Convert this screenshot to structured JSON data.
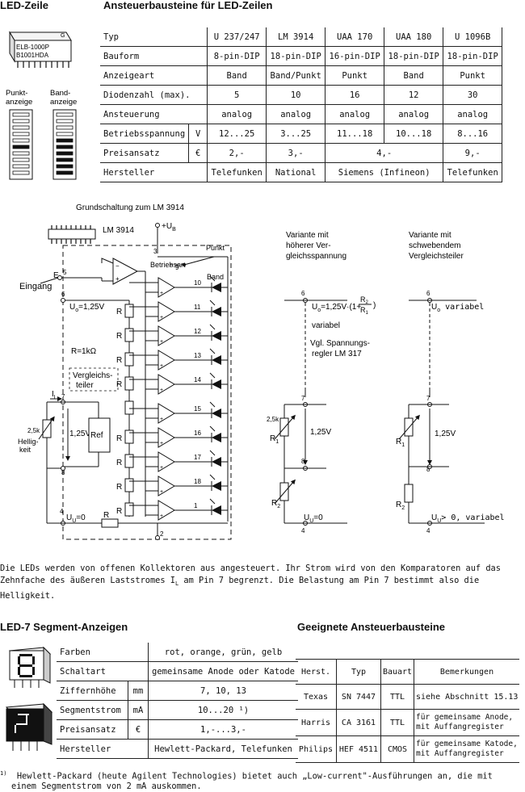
{
  "led_zeile": {
    "title": "LED-Zeile",
    "chip_text": [
      "ELB-1000P",
      "B1001HDA"
    ],
    "chip_mark": "G",
    "punkt_label": [
      "Punkt-",
      "anzeige"
    ],
    "band_label": [
      "Band-",
      "anzeige"
    ]
  },
  "ansteuer": {
    "title": "Ansteuerbausteine für LED-Zeilen",
    "rows": [
      {
        "label": "Typ",
        "unit": "",
        "cells": [
          "U 237/247",
          "LM 3914",
          "UAA 170",
          "UAA 180",
          "U 1096B"
        ]
      },
      {
        "label": "Bauform",
        "unit": "",
        "cells": [
          "8-pin-DIP",
          "18-pin-DIP",
          "16-pin-DIP",
          "18-pin-DIP",
          "18-pin-DIP"
        ]
      },
      {
        "label": "Anzeigeart",
        "unit": "",
        "cells": [
          "Band",
          "Band/Punkt",
          "Punkt",
          "Band",
          "Punkt"
        ]
      },
      {
        "label": "Diodenzahl (max).",
        "unit": "",
        "cells": [
          "5",
          "10",
          "16",
          "12",
          "30"
        ]
      },
      {
        "label": "Ansteuerung",
        "unit": "",
        "cells": [
          "analog",
          "analog",
          "analog",
          "analog",
          "analog"
        ]
      },
      {
        "label": "Betriebsspannung",
        "unit": "V",
        "cells": [
          "12...25",
          "3...25",
          "11...18",
          "10...18",
          "8...16"
        ]
      },
      {
        "label": "Preisansatz",
        "unit": "€",
        "cells": [
          "2,-",
          "3,-",
          "4,-",
          "9,-"
        ]
      },
      {
        "label": "Hersteller",
        "unit": "",
        "cells": [
          "Telefunken",
          "National",
          "Siemens (Infineon)",
          "Telefunken"
        ]
      }
    ]
  },
  "schaltung": {
    "title": "Grundschaltung zum LM 3914",
    "chip": "LM 3914",
    "ub": "+U",
    "ub_sub": "B",
    "pin3": "3",
    "punkt": "Punkt",
    "pin9": "9",
    "betriebsart": "Betriebsart",
    "band": "Band",
    "eingang": "Eingang",
    "e_label": "E",
    "pin5": "5",
    "pin6": "6",
    "uo": "U",
    "uo_sub": "o",
    "uo_val": "=1,25V",
    "r_label": "R",
    "r_value": "R=1kΩ",
    "vergleich": [
      "Vergleichs-",
      "teiler"
    ],
    "il": "I",
    "il_sub": "L",
    "pin7": "7",
    "poti": "2,5k",
    "helligkeit": [
      "Hellig-",
      "keit"
    ],
    "ref_voltage": "1,25V",
    "ref": "Ref",
    "pin8": "8",
    "pin4": "4",
    "uu": "U",
    "uu_sub": "U",
    "uu_val": "=0",
    "pin2": "2",
    "outputs": [
      "10",
      "11",
      "12",
      "13",
      "14",
      "15",
      "16",
      "17",
      "18",
      "1"
    ]
  },
  "variante1": {
    "title": [
      "Variante mit",
      "höherer Ver-",
      "gleichsspannung"
    ],
    "pin6": "6",
    "uo_formula": "U",
    "uo_sub": "o",
    "uo_expr": "=1,25V·(1+",
    "r2": "R",
    "r2_sub": "2",
    "r1": "R",
    "r1_sub": "1",
    "close": ")",
    "variabel": "variabel",
    "note": [
      "Vgl. Spannungs-",
      "regler LM 317"
    ],
    "pin7": "7",
    "poti": "2,5k",
    "r1_label": "R",
    "r1_label_sub": "1",
    "volt": "1,25V",
    "pin8": "8",
    "r2_label": "R",
    "r2_label_sub": "2",
    "uu": "U",
    "uu_sub": "U",
    "uu_val": "=0",
    "pin4": "4"
  },
  "variante2": {
    "title": [
      "Variante mit",
      "schwebendem",
      "Vergleichsteiler"
    ],
    "pin6": "6",
    "uo": "U",
    "uo_sub": "o",
    "uo_val": " variabel",
    "pin7": "7",
    "r1": "R",
    "r1_sub": "1",
    "volt": "1,25V",
    "pin8": "8",
    "r2": "R",
    "r2_sub": "2",
    "uu": "U",
    "uu_sub": "U",
    "uu_val": "> 0, variabel",
    "pin4": "4"
  },
  "paragraph": {
    "l1": "Die LEDs werden von offenen Kollektoren aus angesteuert. Ihr Strom wird von den Komparatoren auf das",
    "l2a": "Zehnfache des äußeren Laststromes I",
    "l2sub": "L",
    "l2b": " am Pin 7 begrenzt. Die Belastung am Pin 7 bestimmt also die",
    "l3": "Helligkeit."
  },
  "led7": {
    "title": "LED-7 Segment-Anzeigen",
    "rows": [
      {
        "label": "Farben",
        "unit": "",
        "value": "rot, orange, grün, gelb"
      },
      {
        "label": "Schaltart",
        "unit": "",
        "value": "gemeinsame Anode oder Katode"
      },
      {
        "label": "Ziffernhöhe",
        "unit": "mm",
        "value": "7, 10, 13"
      },
      {
        "label": "Segmentstrom",
        "unit": "mA",
        "value": "10...20 ¹)"
      },
      {
        "label": "Preisansatz",
        "unit": "€",
        "value": "1,-...3,-"
      },
      {
        "label": "Hersteller",
        "unit": "",
        "value": "Hewlett-Packard, Telefunken"
      }
    ]
  },
  "geeignete": {
    "title": "Geeignete Ansteuerbausteine",
    "headers": [
      "Herst.",
      "Typ",
      "Bauart",
      "Bemerkungen"
    ],
    "rows": [
      {
        "herst": "Texas",
        "typ": "SN 7447",
        "bauart": "TTL",
        "bem": [
          "siehe Abschnitt 15.13"
        ]
      },
      {
        "herst": "Harris",
        "typ": "CA 3161",
        "bauart": "TTL",
        "bem": [
          "für gemeinsame Anode,",
          "mit Auffangregister"
        ]
      },
      {
        "herst": "Philips",
        "typ": "HEF 4511",
        "bauart": "CMOS",
        "bem": [
          "für gemeinsame Katode,",
          "mit Auffangregister"
        ]
      }
    ]
  },
  "footnote": {
    "mark": "1)",
    "l1": "Hewlett-Packard (heute Agilent Technologies) bietet auch „Low-current\"-Ausführungen an, die mit",
    "l2": "einem Segmentstrom von 2 mA auskommen."
  }
}
